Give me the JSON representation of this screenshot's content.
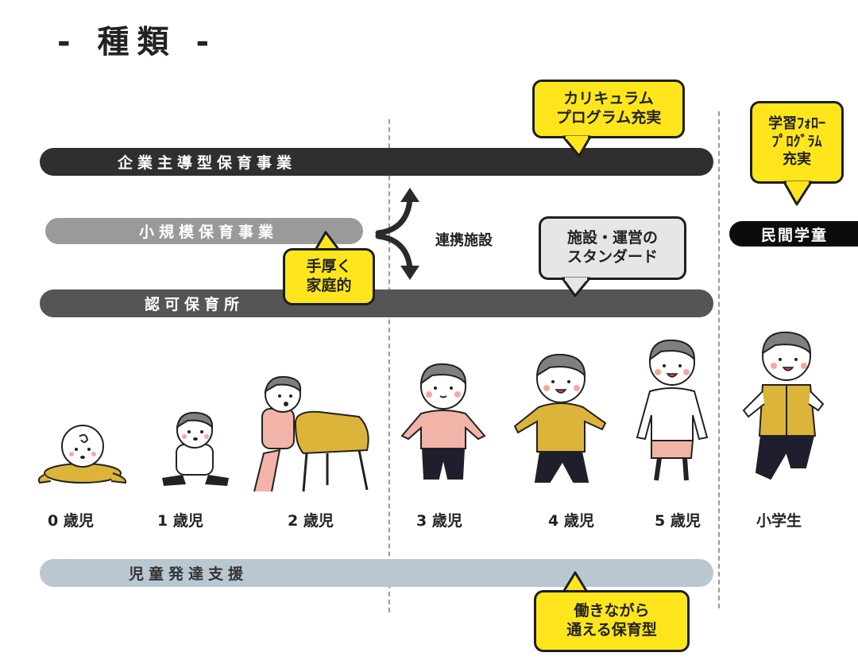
{
  "title": "- 種類 -",
  "bars": {
    "corporate": "企業主導型保育事業",
    "small_scale": "小規模保育事業",
    "licensed": "認可保育所",
    "development_support": "児童発達支援",
    "private_afterschool": "民間学童"
  },
  "link_label": "連携施設",
  "bubbles": {
    "curriculum": [
      "カリキュラム",
      "プログラム充実"
    ],
    "study_follow": [
      "学習ﾌｫﾛｰ",
      "ﾌﾟﾛｸﾞﾗﾑ",
      "充実"
    ],
    "attentive": [
      "手厚く",
      "家庭的"
    ],
    "standard": [
      "施設・運営の",
      "スタンダード"
    ],
    "working_parents": [
      "働きながら",
      "通える保育型"
    ]
  },
  "ages": [
    "0 歳児",
    "1 歳児",
    "2 歳児",
    "3 歳児",
    "4 歳児",
    "5 歳児",
    "小学生"
  ],
  "colors": {
    "bubble_yellow": "#ffe61c",
    "bar_dark": "#2f2f2f",
    "bar_grey": "#555555",
    "bar_light": "#9a9a9a",
    "bar_blue": "#b9c7d1",
    "shirt_mustard": "#dcb43a",
    "shirt_pink": "#f2b4a8"
  }
}
